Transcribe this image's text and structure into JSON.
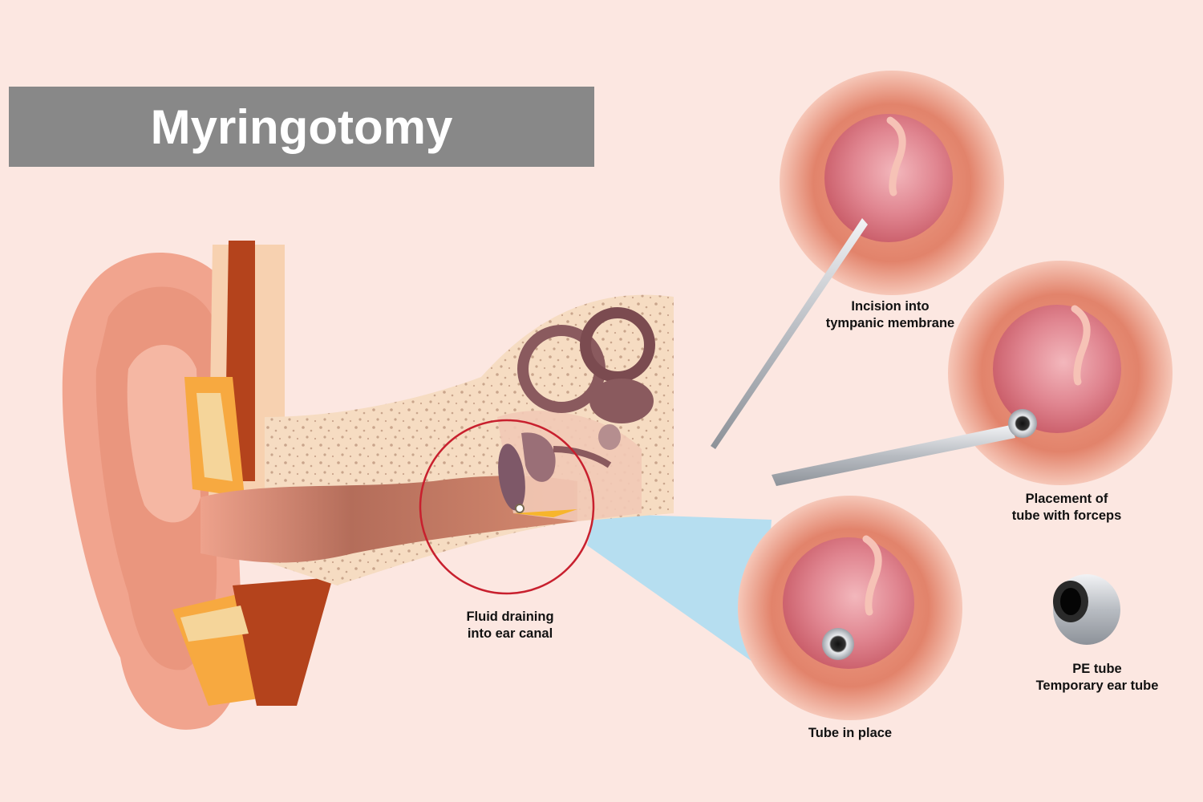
{
  "title": "Myringotomy",
  "labels": {
    "fluid": [
      "Fluid draining",
      "into ear canal"
    ],
    "incision": [
      "Incision into",
      "tympanic membrane"
    ],
    "placement": [
      "Placement of",
      "tube with forceps"
    ],
    "tube_in_place": [
      "Tube in place"
    ],
    "pe_tube": [
      "PE tube",
      "Temporary ear tube"
    ]
  },
  "colors": {
    "background": "#fce7e1",
    "title_bar": "#888888",
    "skin": "#f1a48e",
    "bone": "#f6dcc2",
    "cartilage": "#f7a940",
    "muscle": "#b4431c",
    "canal": "#d98b72",
    "highlight_circle": "#c8202e",
    "zoom_beam": "#a9dcf2",
    "eardrum": "#e07d86",
    "inner_ear": "#8a5a5e",
    "instrument": "#c9ccd0"
  },
  "icons": [
    "ear-cross-section",
    "cochlea-icon",
    "scalpel-icon",
    "forceps-icon",
    "pe-tube-icon"
  ]
}
